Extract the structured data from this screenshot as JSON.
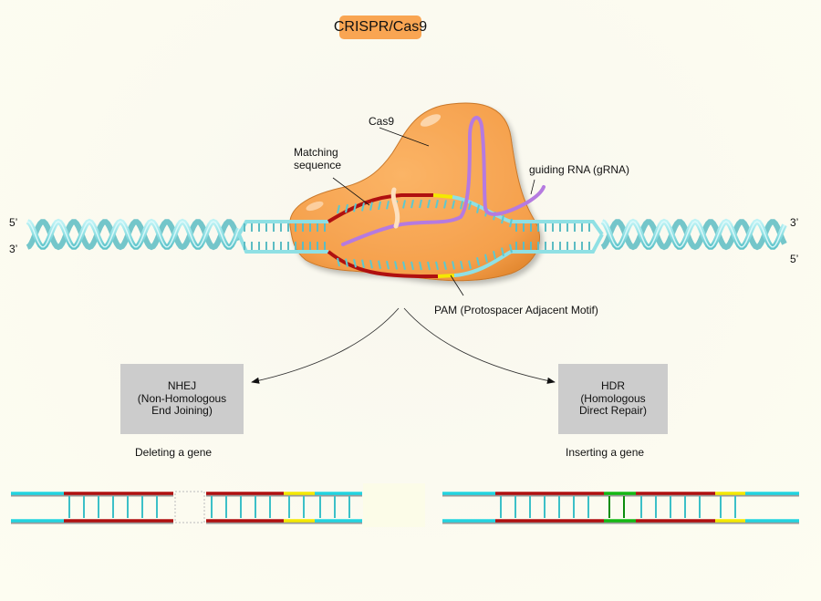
{
  "title": "CRISPR/Cas9",
  "labels": {
    "cas9": "Cas9",
    "matching_sequence": [
      "Matching",
      "sequence"
    ],
    "grna": "guiding RNA (gRNA)",
    "pam": "PAM (Protospacer Adjacent Motif)"
  },
  "strand_ends": {
    "left_top": "5’",
    "left_bottom": "3’",
    "right_top": "3’",
    "right_bottom": "5’"
  },
  "pathways": [
    {
      "id": "nhej",
      "lines": [
        "NHEJ",
        "(Non-Homologous",
        "End Joining)"
      ],
      "caption": "Deleting a gene",
      "outcome": "deletion"
    },
    {
      "id": "hdr",
      "lines": [
        "HDR",
        "(Homologous",
        "Direct Repair)"
      ],
      "caption": "Inserting a gene",
      "outcome": "insertion"
    }
  ],
  "colors": {
    "title_badge": "#f9a552",
    "cas9_protein": "#f7a24e",
    "dna_backbone": "#8fe0e4",
    "matching_sequence": "#b01010",
    "pam": "#f4e800",
    "grna": "#b57ae0",
    "inserted_gene": "#14b814",
    "process_box": "#cccccc"
  }
}
